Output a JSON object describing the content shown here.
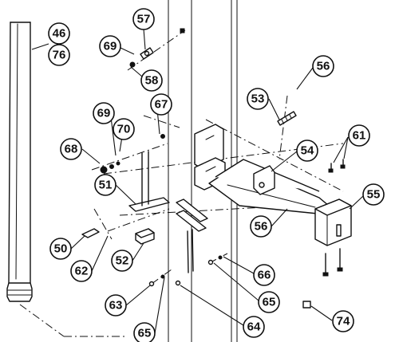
{
  "callouts": [
    {
      "id": "c46",
      "label": "46"
    },
    {
      "id": "c76",
      "label": "76"
    },
    {
      "id": "c57",
      "label": "57"
    },
    {
      "id": "c69a",
      "label": "69"
    },
    {
      "id": "c58",
      "label": "58"
    },
    {
      "id": "c56a",
      "label": "56"
    },
    {
      "id": "c53",
      "label": "53"
    },
    {
      "id": "c69b",
      "label": "69"
    },
    {
      "id": "c67",
      "label": "67"
    },
    {
      "id": "c70",
      "label": "70"
    },
    {
      "id": "c68",
      "label": "68"
    },
    {
      "id": "c51",
      "label": "51"
    },
    {
      "id": "c61",
      "label": "61"
    },
    {
      "id": "c54",
      "label": "54"
    },
    {
      "id": "c55",
      "label": "55"
    },
    {
      "id": "c56b",
      "label": "56"
    },
    {
      "id": "c50",
      "label": "50"
    },
    {
      "id": "c62",
      "label": "62"
    },
    {
      "id": "c52",
      "label": "52"
    },
    {
      "id": "c66",
      "label": "66"
    },
    {
      "id": "c63",
      "label": "63"
    },
    {
      "id": "c65a",
      "label": "65"
    },
    {
      "id": "c65b",
      "label": "65"
    },
    {
      "id": "c64",
      "label": "64"
    },
    {
      "id": "c74",
      "label": "74"
    }
  ]
}
